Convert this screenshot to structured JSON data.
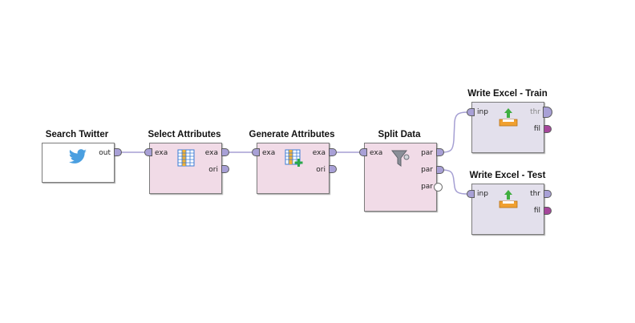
{
  "process": {
    "operators": {
      "search_twitter": {
        "title": "Search Twitter",
        "ports_out": [
          "out"
        ]
      },
      "select_attributes": {
        "title": "Select Attributes",
        "ports_in": [
          "exa"
        ],
        "ports_out": [
          "exa",
          "ori"
        ]
      },
      "generate_attributes": {
        "title": "Generate Attributes",
        "ports_in": [
          "exa"
        ],
        "ports_out": [
          "exa",
          "ori"
        ]
      },
      "split_data": {
        "title": "Split Data",
        "ports_in": [
          "exa"
        ],
        "ports_out": [
          "par",
          "par",
          "par"
        ]
      },
      "write_excel_train": {
        "title": "Write Excel - Train",
        "ports_in": [
          "inp"
        ],
        "ports_out": [
          "thr",
          "fil"
        ]
      },
      "write_excel_test": {
        "title": "Write Excel - Test",
        "ports_in": [
          "inp"
        ],
        "ports_out": [
          "thr",
          "fil"
        ]
      }
    },
    "icons": {
      "search_twitter": "twitter-bird-icon",
      "select_attributes": "table-columns-icon",
      "generate_attributes": "table-add-icon",
      "split_data": "funnel-icon",
      "write_excel_train": "upload-tray-icon",
      "write_excel_test": "upload-tray-icon"
    },
    "colors": {
      "wire": "#a59fd3",
      "port": "#a8a0d6",
      "port_file": "#a5469b",
      "box_blending": "#f1dbe7",
      "box_io": "#e3e0ec",
      "box_source": "#ffffff"
    }
  }
}
